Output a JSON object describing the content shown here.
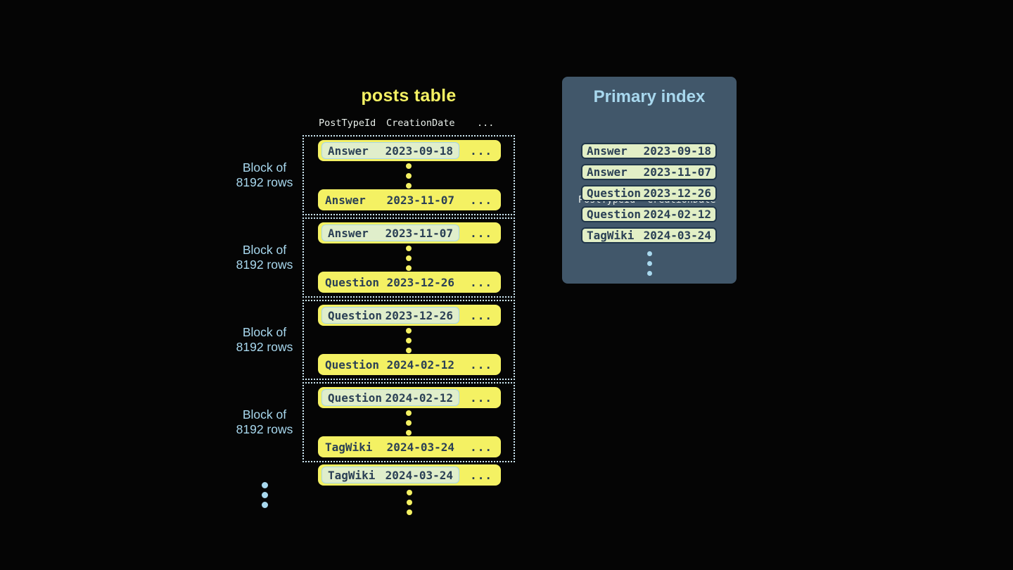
{
  "posts_table": {
    "title": "posts table",
    "header": {
      "col1": "PostTypeId",
      "col2": "CreationDate",
      "col3": "..."
    },
    "row_ellipsis": "...",
    "block_label": {
      "line1": "Block of",
      "line2": "8192 rows"
    },
    "blocks": [
      {
        "first_row": {
          "post_type": "Answer",
          "creation_date": "2023-09-18"
        },
        "last_row": {
          "post_type": "Answer",
          "creation_date": "2023-11-07"
        }
      },
      {
        "first_row": {
          "post_type": "Answer",
          "creation_date": "2023-11-07"
        },
        "last_row": {
          "post_type": "Question",
          "creation_date": "2023-12-26"
        }
      },
      {
        "first_row": {
          "post_type": "Question",
          "creation_date": "2023-12-26"
        },
        "last_row": {
          "post_type": "Question",
          "creation_date": "2024-02-12"
        }
      },
      {
        "first_row": {
          "post_type": "Question",
          "creation_date": "2024-02-12"
        },
        "last_row": {
          "post_type": "TagWiki",
          "creation_date": "2024-03-24"
        }
      }
    ],
    "next_block_first_row": {
      "post_type": "TagWiki",
      "creation_date": "2024-03-24"
    }
  },
  "primary_index": {
    "title": "Primary index",
    "header": {
      "col1": "PostTypeId",
      "col2": "CreationDate"
    },
    "entries": [
      {
        "post_type": "Answer",
        "creation_date": "2023-09-18"
      },
      {
        "post_type": "Answer",
        "creation_date": "2023-11-07"
      },
      {
        "post_type": "Question",
        "creation_date": "2023-12-26"
      },
      {
        "post_type": "Question",
        "creation_date": "2024-02-12"
      },
      {
        "post_type": "TagWiki",
        "creation_date": "2024-03-24"
      }
    ]
  },
  "colors": {
    "background": "#050505",
    "row_yellow": "#f4f163",
    "accent_blue": "#a8d8ee",
    "dotted_border": "#cfe9f4",
    "highlight_bg": "#e0eecb",
    "highlight_border": "#a5d5e8",
    "dark_text": "#2b4055",
    "panel_bg": "#41576a",
    "index_pill_bg": "#e2efc6",
    "index_pill_border": "#20364a",
    "header_text": "#e8eee9"
  }
}
